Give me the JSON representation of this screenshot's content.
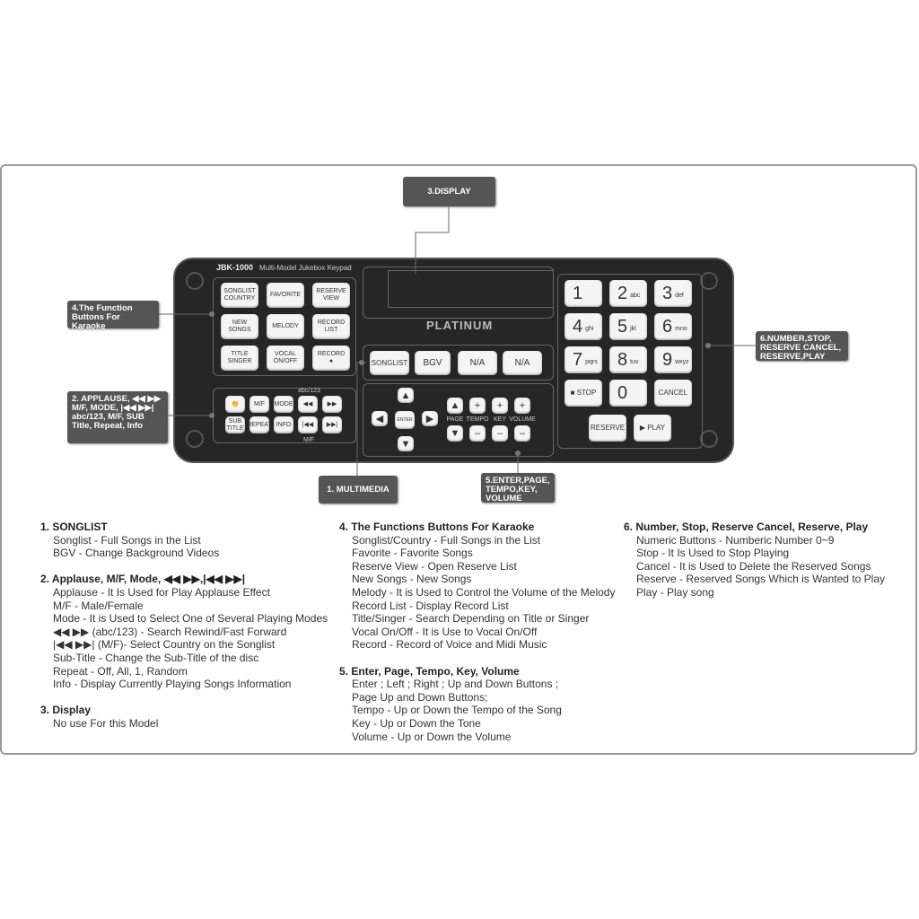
{
  "device": {
    "model": "JBK-1000",
    "subtitle": "Multi-Model Jukebox Keypad",
    "brand": "PLATINUM",
    "function_buttons": [
      [
        "SONGLIST",
        "COUNTRY"
      ],
      [
        "FAVORITE"
      ],
      [
        "RESERVE",
        "VIEW"
      ],
      [
        "NEW",
        "SONGS"
      ],
      [
        "MELODY"
      ],
      [
        "RECORD",
        "LIST"
      ],
      [
        "TITLE",
        "SINGER"
      ],
      [
        "VOCAL",
        "ON/OFF"
      ],
      [
        "RECORD",
        "●"
      ]
    ],
    "small_buttons": [
      "👏",
      "M/F",
      "MODE",
      "◀◀",
      "▶▶",
      "SUB TITLE",
      "REPEAT",
      "INFO",
      "|◀◀",
      "▶▶|"
    ],
    "small_top_label": "abc/123",
    "small_bottom_label": "M/F",
    "multimedia": [
      "SONGLIST",
      "BGV",
      "N/A",
      "N/A"
    ],
    "enter_label": "ENTER",
    "adjust_labels": [
      "PAGE",
      "TEMPO",
      "KEY",
      "VOLUME"
    ],
    "numpad": [
      [
        "1",
        ""
      ],
      [
        "2",
        "abc"
      ],
      [
        "3",
        "def"
      ],
      [
        "4",
        "ghi"
      ],
      [
        "5",
        "jkl"
      ],
      [
        "6",
        "mno"
      ],
      [
        "7",
        "pqrs"
      ],
      [
        "8",
        "tuv"
      ],
      [
        "9",
        "wxyz"
      ],
      [
        "STOP",
        ""
      ],
      [
        "0",
        ""
      ],
      [
        "CANCEL",
        ""
      ]
    ],
    "reserve": "RESERVE",
    "play": "PLAY"
  },
  "callouts": {
    "display": "3.DISPLAY",
    "function": "4.The Function Buttons For Karaoke",
    "applause": "2. APPLAUSE, ◀◀ ▶▶ M/F, MODE, |◀◀ ▶▶| abc/123, M/F, SUB Title, Repeat, Info",
    "multimedia": "1. MULTIMEDIA",
    "enter": "5.ENTER,PAGE, TEMPO,KEY, VOLUME",
    "number": "6.NUMBER,STOP, RESERVE CANCEL, RESERVE,PLAY"
  },
  "sections": [
    [
      {
        "title": "1. SONGLIST",
        "lines": [
          "Songlist - Full Songs in the List",
          "BGV - Change Background Videos"
        ]
      },
      {
        "title": "2. Applause, M/F, Mode, ◀◀ ▶▶,|◀◀ ▶▶|",
        "lines": [
          "Applause - It Is Used for Play Applause Effect",
          "M/F - Male/Female",
          "Mode - It is Used to Select One of Several Playing Modes",
          "◀◀ ▶▶ (abc/123) - Search Rewind/Fast Forward",
          "|◀◀ ▶▶| (M/F)- Select Country on the Songlist",
          "Sub-Title - Change the Sub-Title of the disc",
          "Repeat - Off, All, 1, Random",
          "Info - Display Currently Playing Songs Information"
        ]
      },
      {
        "title": "3. Display",
        "lines": [
          "No use For this Model"
        ]
      }
    ],
    [
      {
        "title": "4. The Functions Buttons For Karaoke",
        "lines": [
          "Songlist/Country - Full Songs in the List",
          "Favorite - Favorite Songs",
          "Reserve View - Open Reserve List",
          "New Songs -  New Songs",
          "Melody - It is Used to Control the Volume of the Melody",
          "Record List - Display Record List",
          "Title/Singer - Search Depending on Title or Singer",
          "Vocal On/Off - It is Use to Vocal On/Off",
          "Record - Record of Voice and Midi Music"
        ]
      },
      {
        "title": "5. Enter, Page, Tempo, Key, Volume",
        "lines": [
          "Enter ; Left ; Right ; Up and Down Buttons ;",
          "Page Up and Down Buttons;",
          "Tempo - Up or Down the Tempo of the Song",
          "Key - Up or Down the Tone",
          "Volume - Up or Down the Volume"
        ]
      }
    ],
    [
      {
        "title": "6. Number, Stop, Reserve Cancel, Reserve, Play",
        "lines": [
          "Numeric Buttons - Numberic Number 0~9",
          "Stop - It Is Used to Stop Playing",
          "Cancel - It is Used to Delete the Reserved Songs",
          "Reserve - Reserved Songs Which is Wanted to Play",
          "Play - Play song"
        ]
      }
    ]
  ]
}
